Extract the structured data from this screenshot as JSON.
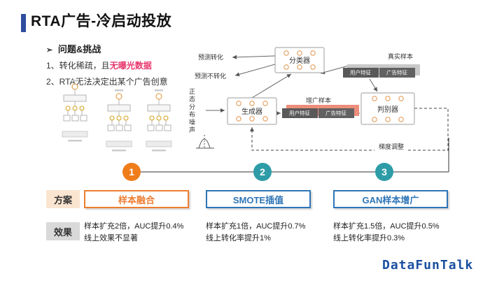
{
  "title": {
    "text": "RTA广告-冷启动投放"
  },
  "challenges": {
    "bullet_marker": "➢",
    "heading": "问题&挑战",
    "line1_prefix": "1、转化稀疏，且",
    "line1_highlight": "无曝光数据",
    "line2": "2、RTA无法决定出某个广告创意"
  },
  "gan_diagram": {
    "classifier": "分类器",
    "generator": "生成器",
    "discriminator": "判别器",
    "predict_convert": "预测转化",
    "predict_no_convert": "预测不转化",
    "noise": "正态分布噪声",
    "augmented_samples": "增广样本",
    "real_samples": "真实样本",
    "user_feature": "用户特征",
    "ad_feature": "广告特征",
    "gradient_adjust": "梯度调整"
  },
  "steps": [
    {
      "number": "1",
      "color": "#ef7d1a"
    },
    {
      "number": "2",
      "color": "#2e9ca7"
    },
    {
      "number": "3",
      "color": "#2e9ca7"
    }
  ],
  "plan_row": {
    "label": "方案",
    "items": [
      {
        "label": "样本融合",
        "color": "#ed7d31"
      },
      {
        "label": "SMOTE插值",
        "color": "#2e75b6"
      },
      {
        "label": "GAN样本增广",
        "color": "#2e75b6"
      }
    ]
  },
  "effect_row": {
    "label": "效果",
    "items": [
      {
        "line1": "样本扩充2倍，AUC提升0.4%",
        "line2": "线上效果不显著"
      },
      {
        "line1": "样本扩充1倍，AUC提升0.7%",
        "line2": "线上转化率提升1%"
      },
      {
        "line1": "样本扩充1.5倍，AUC提升0.5%",
        "line2": "线上转化率提升0.3%"
      }
    ]
  },
  "footer": {
    "brand": "DataFunTalk"
  },
  "colors": {
    "title_bar_blue": "#2e4d9e",
    "highlight_red": "#e8366e",
    "accent_orange": "#ed7d31",
    "accent_blue": "#2e75b6",
    "step_orange": "#ef7d1a",
    "step_teal": "#2e9ca7",
    "plan_label_bg": "#fbe5d1",
    "effect_label_bg": "#d9d9d9",
    "feature_bar_gray": "#595959",
    "augmented_shadow_salmon": "#ed8d7c",
    "real_shadow_gray": "#c9c9c9",
    "brand_blue": "#1a4fa0"
  }
}
